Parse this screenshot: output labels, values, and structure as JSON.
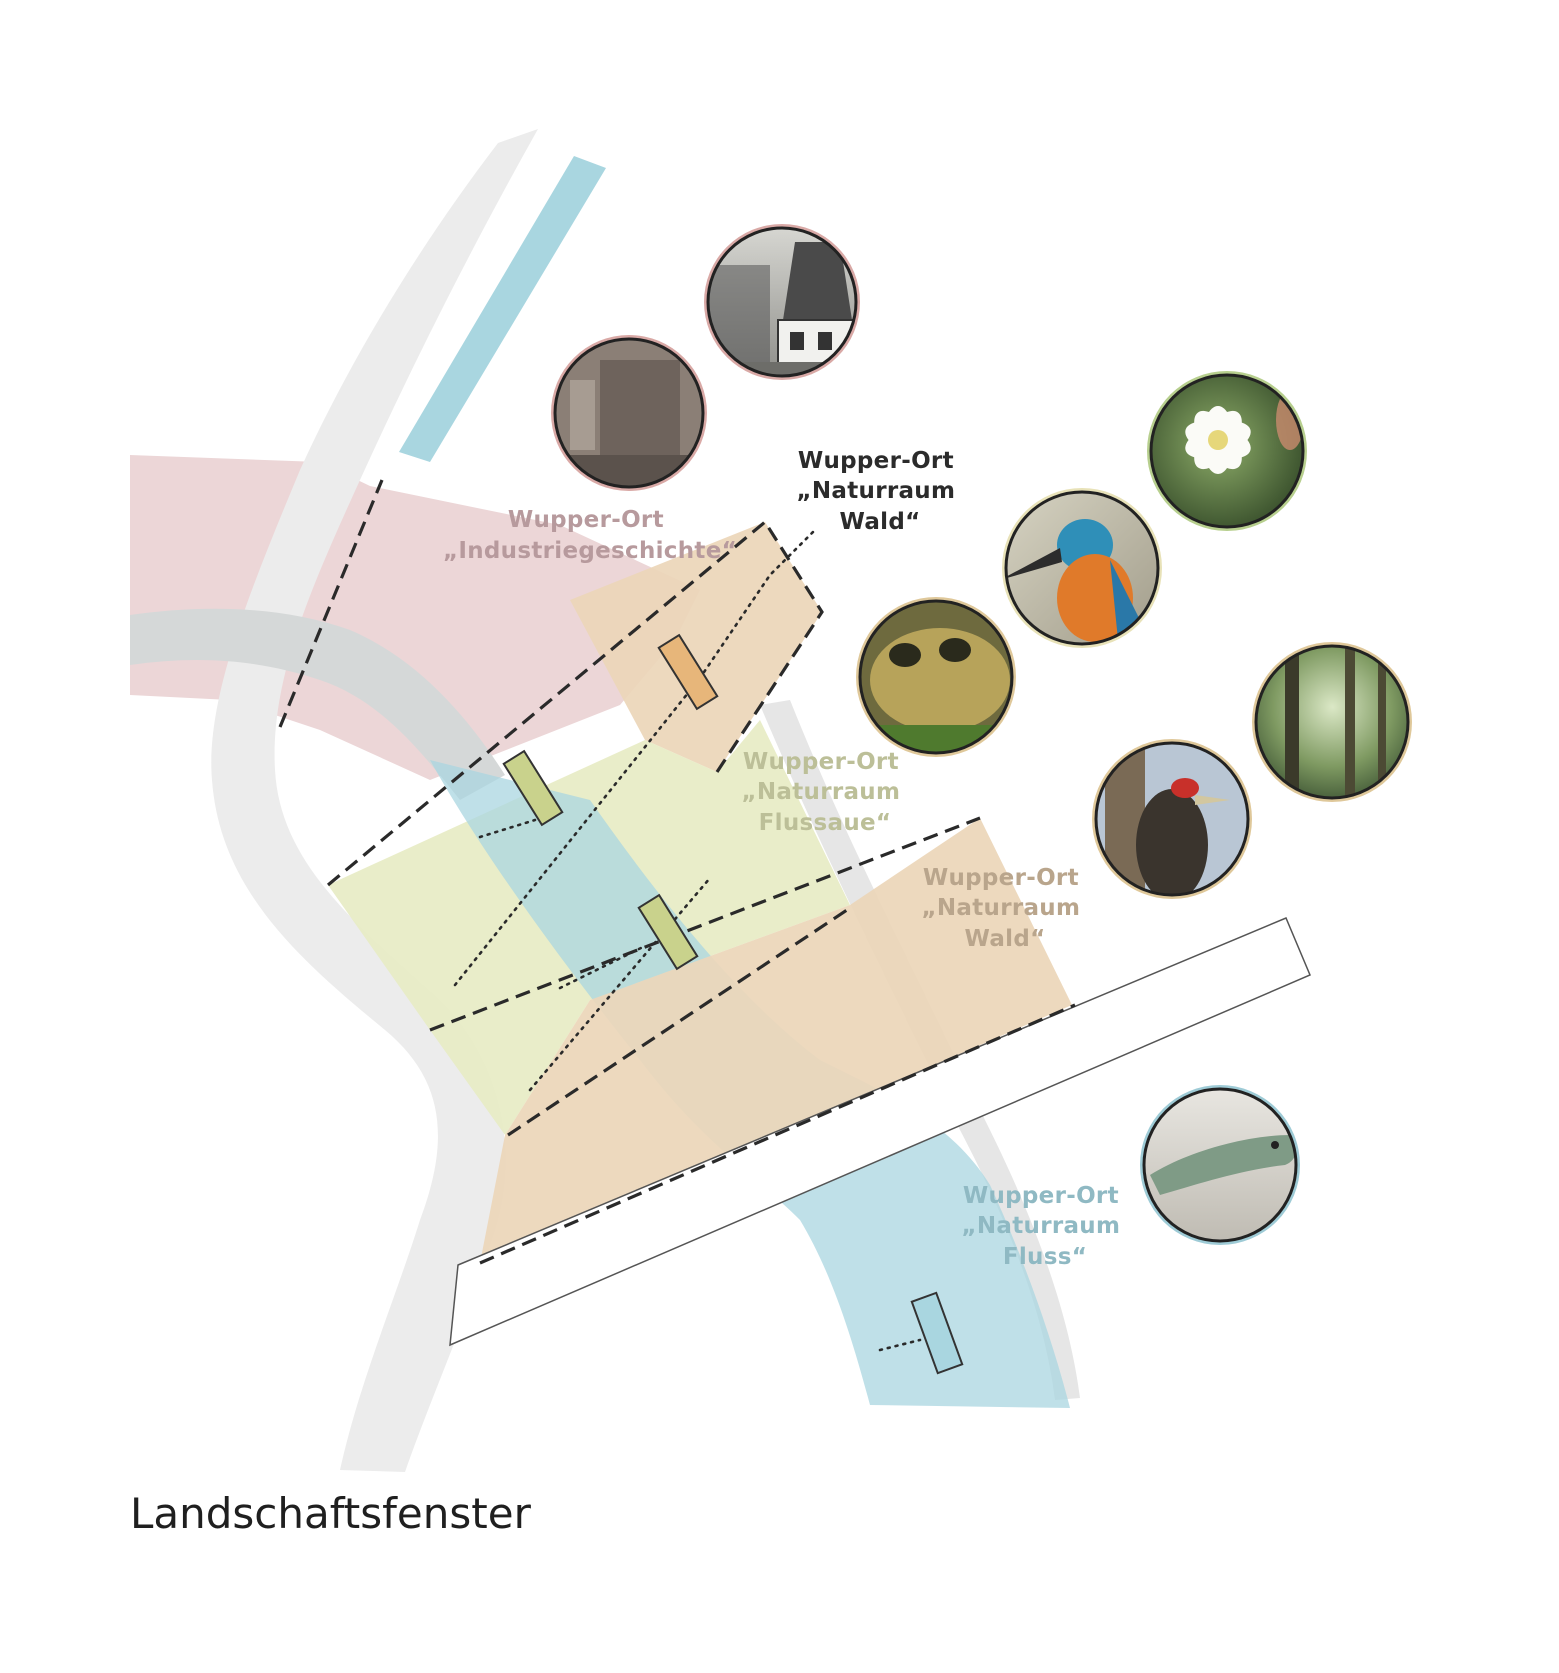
{
  "title": "Landschaftsfenster",
  "places": [
    {
      "line1": "Wupper-Ort",
      "line2": "„Industriegeschichte“"
    },
    {
      "line1": "Wupper-Ort",
      "line2": "„Naturraum",
      "line3": "Wald“"
    },
    {
      "line1": "Wupper-Ort",
      "line2": "„Naturraum",
      "line3": "Flussaue“"
    },
    {
      "line1": "Wupper-Ort",
      "line2": "„Naturraum",
      "line3": "Wald“"
    },
    {
      "line1": "Wupper-Ort",
      "line2": "„Naturraum",
      "line3": "Fluss“"
    }
  ],
  "colors": {
    "river": "#a9d6e0",
    "path": "#ececec",
    "industry_zone": "#ecd6d7",
    "forest_zone": "#ecd6b9",
    "floodplain_zone": "#e7ecc4",
    "fish_ring": "#9ecbd6",
    "industry_ring": "#d9a9a6",
    "plant_ring": "#b7cf8e",
    "animal_ring": "#dfc89a"
  },
  "icons": {
    "photo_1": "mill-tower-photo",
    "photo_2": "industrial-machinery-photo",
    "photo_3": "anemone-flower-photo",
    "photo_4": "kingfisher-photo",
    "photo_5": "toad-photo",
    "photo_6": "forest-photo",
    "photo_7": "woodpecker-photo",
    "photo_8": "fish-photo"
  }
}
